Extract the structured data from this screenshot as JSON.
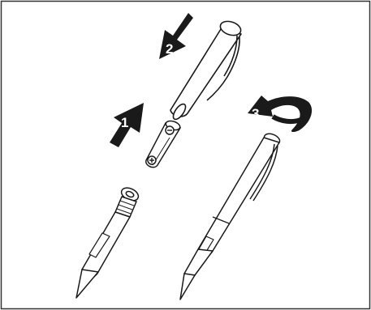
{
  "steps": [
    {
      "number": "1",
      "description": "insert-battery-arrow"
    },
    {
      "number": "2",
      "description": "attach-cap-arrow"
    },
    {
      "number": "3",
      "description": "twist-cap-arrow"
    }
  ],
  "battery_polarity": {
    "negative": "⊖",
    "positive": "⊕"
  },
  "colors": {
    "line": "#1a1a1a",
    "fill": "#ffffff",
    "arrow": "#1a1a1a",
    "frame": "#333333"
  }
}
